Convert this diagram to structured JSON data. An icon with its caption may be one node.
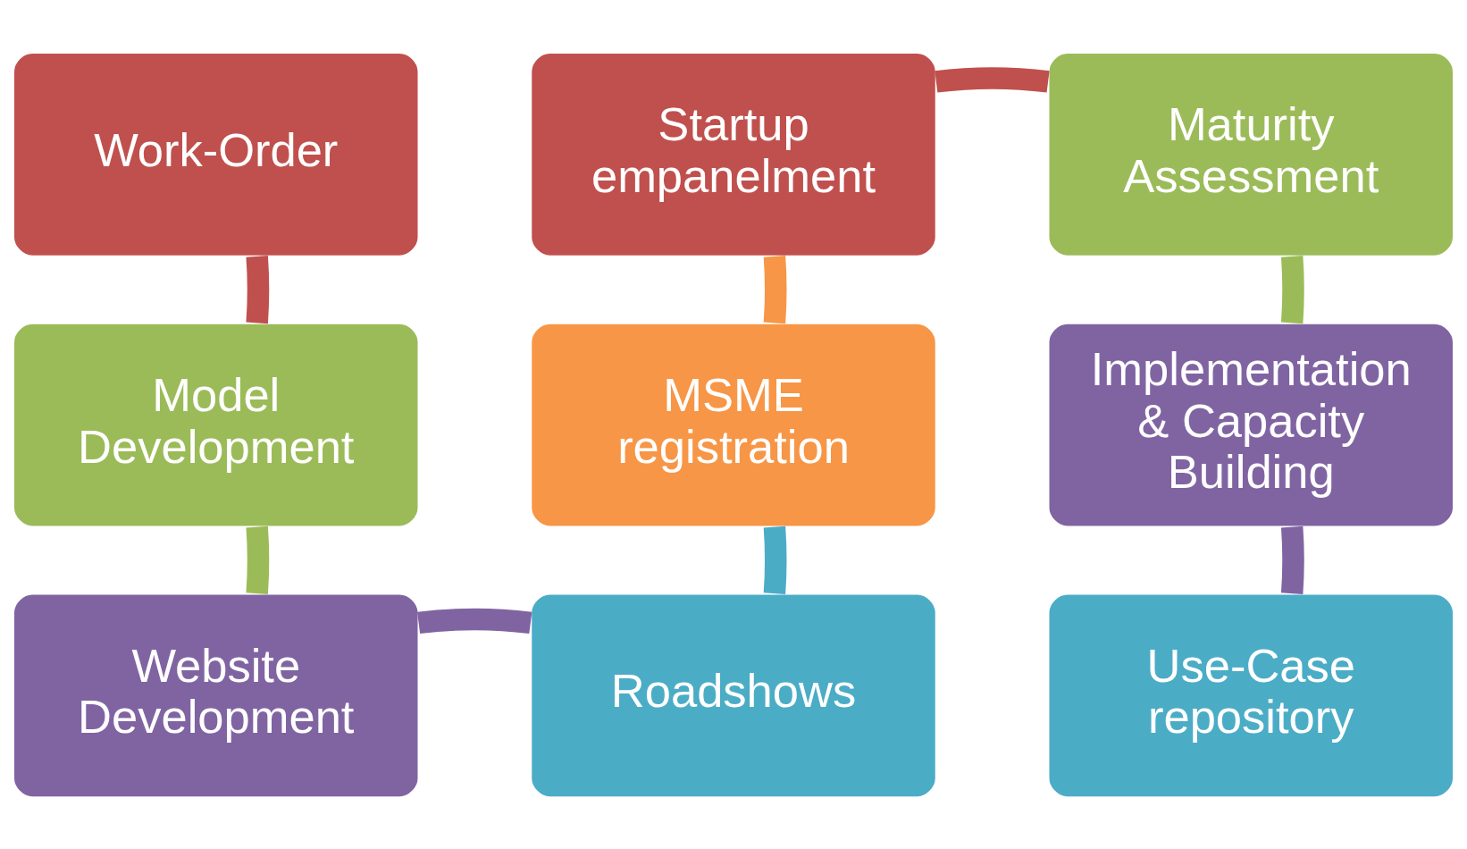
{
  "diagram": {
    "nodes": [
      {
        "text": [
          "Work-Order"
        ]
      },
      {
        "text": [
          "Model Development"
        ]
      },
      {
        "text": [
          "Website Development"
        ]
      },
      {
        "text": [
          "Roadshows"
        ]
      },
      {
        "text": [
          "MSME registration"
        ]
      },
      {
        "text": [
          "Startup empanelment"
        ]
      },
      {
        "text": [
          "Maturity Assessment"
        ]
      },
      {
        "text": [
          "Implementation & Capacity Building"
        ]
      },
      {
        "text": [
          "Use-Case repository"
        ]
      }
    ],
    "edges": [
      {
        "from": 0,
        "to": 1,
        "arrow": "none",
        "color": "#c0504d"
      },
      {
        "from": 1,
        "to": 2,
        "arrow": "none",
        "color": "#9bbb59"
      },
      {
        "from": 2,
        "to": 3,
        "arrow": "none",
        "color": "#8064a2"
      },
      {
        "from": 3,
        "to": 4,
        "arrow": "none",
        "color": "#4bacc6"
      },
      {
        "from": 4,
        "to": 5,
        "arrow": "none",
        "color": "#f79646"
      },
      {
        "from": 5,
        "to": 6,
        "arrow": "none",
        "color": "#c0504d"
      },
      {
        "from": 6,
        "to": 7,
        "arrow": "none",
        "color": "#9bbb59"
      },
      {
        "from": 7,
        "to": 8,
        "arrow": "none",
        "color": "#8064a2"
      }
    ]
  }
}
